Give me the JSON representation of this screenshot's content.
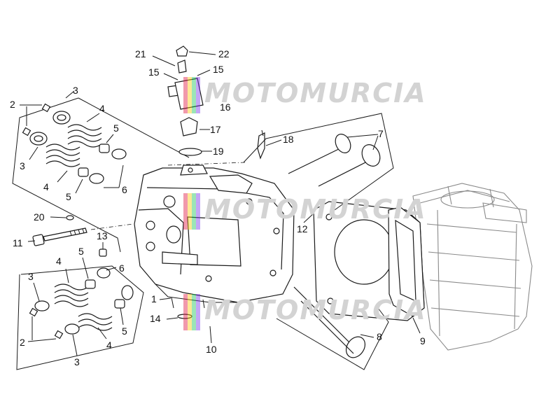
{
  "watermark": {
    "text": "MOTOMURCIA",
    "flag_colors": [
      "#e11d48",
      "#facc15",
      "#22c55e",
      "#7c3aed"
    ]
  },
  "callouts": [
    {
      "n": "21"
    },
    {
      "n": "22"
    },
    {
      "n": "15"
    },
    {
      "n": "15"
    },
    {
      "n": "16"
    },
    {
      "n": "17"
    },
    {
      "n": "18"
    },
    {
      "n": "19"
    },
    {
      "n": "7"
    },
    {
      "n": "2"
    },
    {
      "n": "3"
    },
    {
      "n": "4"
    },
    {
      "n": "5"
    },
    {
      "n": "3"
    },
    {
      "n": "4"
    },
    {
      "n": "5"
    },
    {
      "n": "6"
    },
    {
      "n": "20"
    },
    {
      "n": "11"
    },
    {
      "n": "13"
    },
    {
      "n": "12"
    },
    {
      "n": "5"
    },
    {
      "n": "4"
    },
    {
      "n": "3"
    },
    {
      "n": "6"
    },
    {
      "n": "2"
    },
    {
      "n": "3"
    },
    {
      "n": "4"
    },
    {
      "n": "5"
    },
    {
      "n": "1"
    },
    {
      "n": "14"
    },
    {
      "n": "10"
    },
    {
      "n": "8"
    },
    {
      "n": "9"
    }
  ]
}
